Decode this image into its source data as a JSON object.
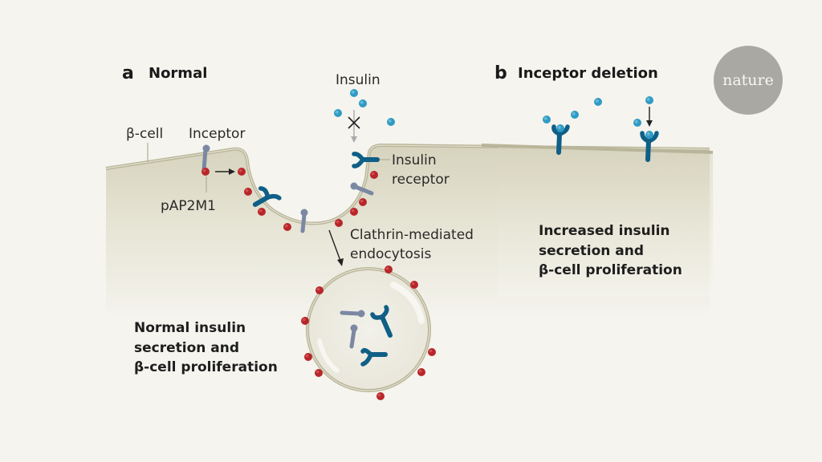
{
  "panel_a": {
    "letter": "a",
    "title": "Normal",
    "labels": {
      "beta_cell": "β-cell",
      "inceptor": "Inceptor",
      "pap2m1": "pAP2M1",
      "insulin": "Insulin",
      "insulin_receptor_line1": "Insulin",
      "insulin_receptor_line2": "receptor",
      "endocytosis_line1": "Clathrin-mediated",
      "endocytosis_line2": "endocytosis"
    },
    "outcome": [
      "Normal insulin",
      "secretion and",
      "β-cell proliferation"
    ]
  },
  "panel_b": {
    "letter": "b",
    "title": "Inceptor deletion",
    "outcome": [
      "Increased insulin",
      "secretion and",
      "β-cell proliferation"
    ]
  },
  "logo": {
    "text": "nature"
  },
  "colors": {
    "background": "#f5f4ee",
    "cell_fill": "#dcd9c4",
    "membrane": "#b9b59a",
    "insulin": "#2f9bc4",
    "insulin_receptor": "#0f5f86",
    "inceptor": "#7a88a3",
    "pap2m1": "#b8262b",
    "logo_circle": "#a9a8a3"
  }
}
